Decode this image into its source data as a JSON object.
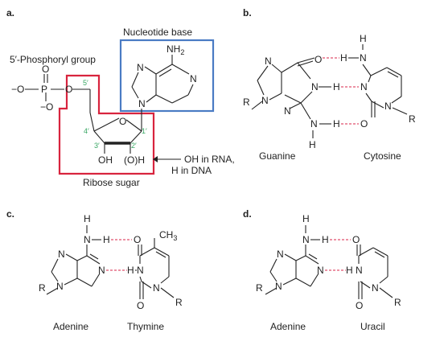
{
  "panels": {
    "a": {
      "label": "a.",
      "nucleotide_base": "Nucleotide base",
      "phosphoryl": "5′-Phosphoryl group",
      "ribose": "Ribose sugar",
      "oh_rna": "OH in RNA,",
      "h_dna": "H in DNA",
      "oh": "OH",
      "oh_h": "(O)H",
      "nh2": "NH",
      "nh2_sub": "2",
      "prime5": "5′",
      "prime4": "4′",
      "prime3": "3′",
      "prime2": "2′",
      "prime1": "1′"
    },
    "b": {
      "label": "b.",
      "left": "Guanine",
      "right": "Cytosine"
    },
    "c": {
      "label": "c.",
      "left": "Adenine",
      "right": "Thymine",
      "ch3": "CH",
      "ch3_sub": "3"
    },
    "d": {
      "label": "d.",
      "left": "Adenine",
      "right": "Uracil"
    }
  },
  "atoms": {
    "N": "N",
    "O": "O",
    "H": "H",
    "R": "R",
    "P": "P",
    "O_minus": "−O"
  },
  "colors": {
    "base_box": "#4a7bc4",
    "ribose_box": "#d8243e",
    "hbond": "#e0506e",
    "prime_labels": "#3aa865"
  }
}
